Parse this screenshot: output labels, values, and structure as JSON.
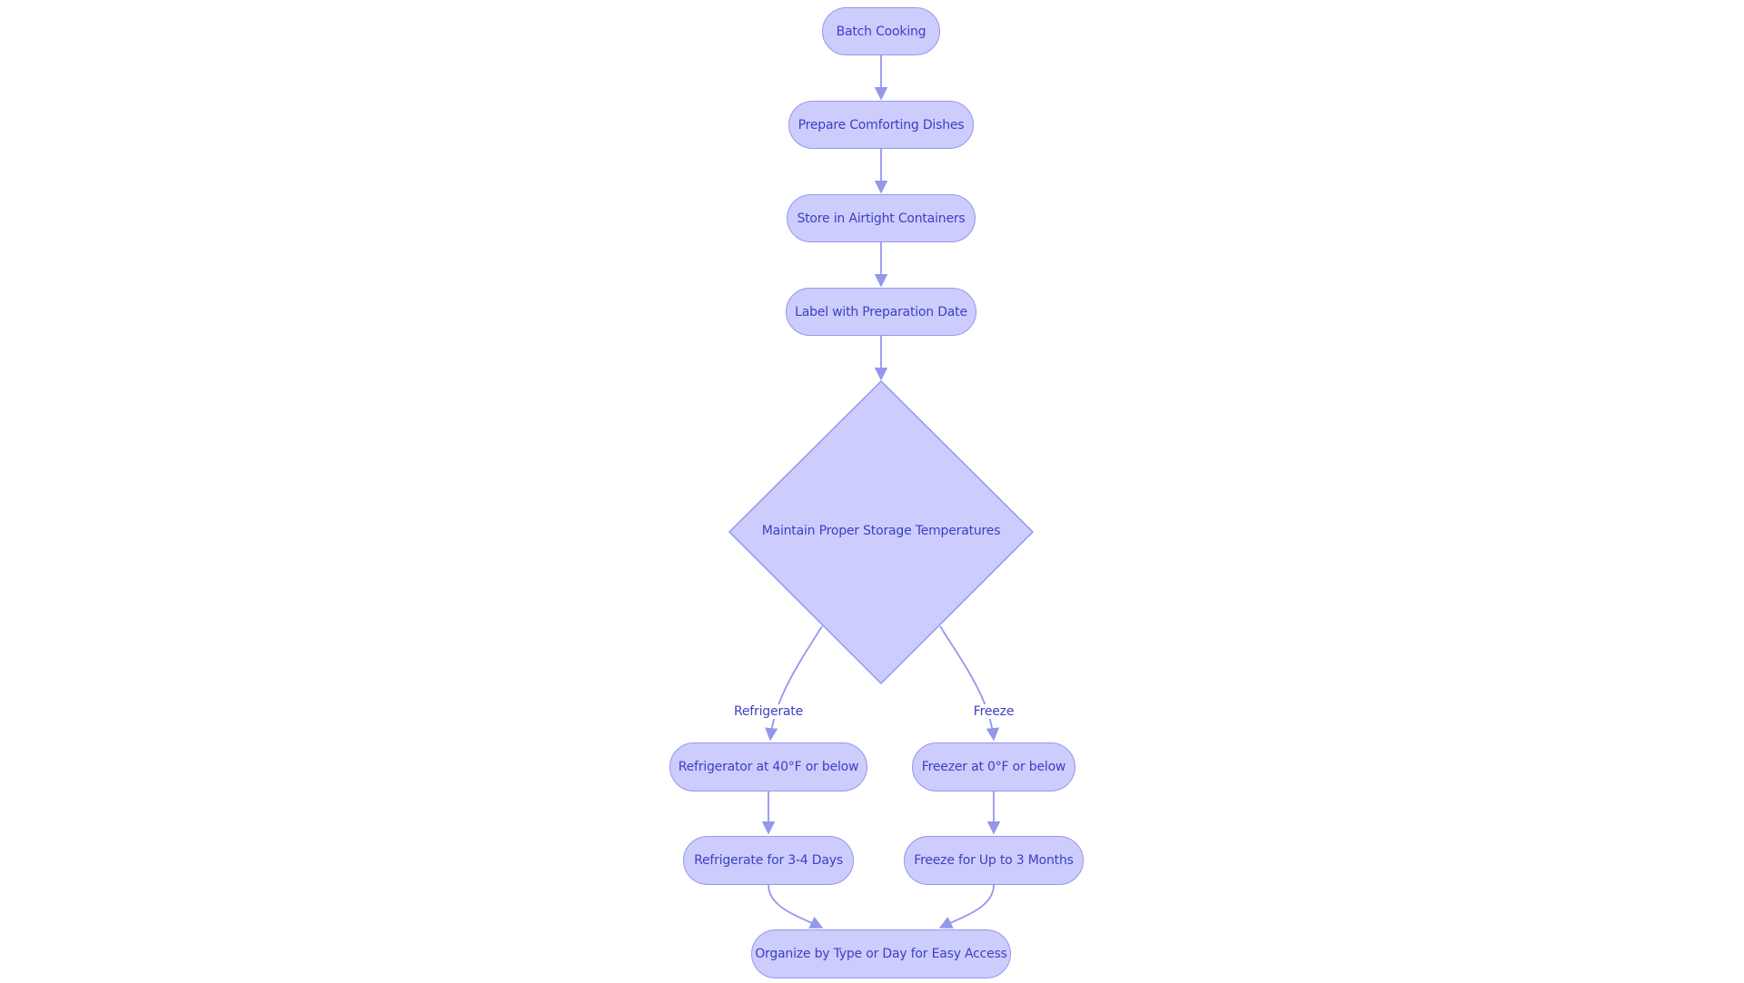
{
  "nodes": {
    "batch_cooking": "Batch Cooking",
    "prepare_dishes": "Prepare Comforting Dishes",
    "store_containers": "Store in Airtight Containers",
    "label_date": "Label with Preparation Date",
    "maintain_temps": "Maintain Proper Storage Temperatures",
    "refrigerator_temp": "Refrigerator at 40°F or below",
    "freezer_temp": "Freezer at 0°F or below",
    "refrigerate_days": "Refrigerate for 3-4 Days",
    "freeze_months": "Freeze for Up to 3 Months",
    "organize": "Organize by Type or Day for Easy Access"
  },
  "edges": {
    "refrigerate": "Refrigerate",
    "freeze": "Freeze"
  },
  "colors": {
    "node_fill": "#cccdfd",
    "node_stroke": "#9497ec",
    "text": "#3c3fc2",
    "edge": "#9497ec"
  }
}
